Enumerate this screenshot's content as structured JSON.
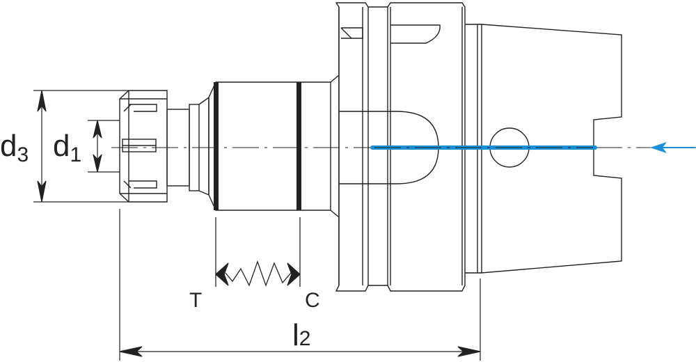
{
  "labels": {
    "d3": {
      "main": "d",
      "sub": "3"
    },
    "d1": {
      "main": "d",
      "sub": "1"
    },
    "l2": {
      "main": "l",
      "sub": "2"
    },
    "tension": "T",
    "compression": "C"
  },
  "colors": {
    "line": "#222222",
    "coolant": "#1a8fd6"
  },
  "icons": {
    "coolant_arrow": "arrow-left-icon",
    "spring": "zigzag-spring-icon"
  }
}
